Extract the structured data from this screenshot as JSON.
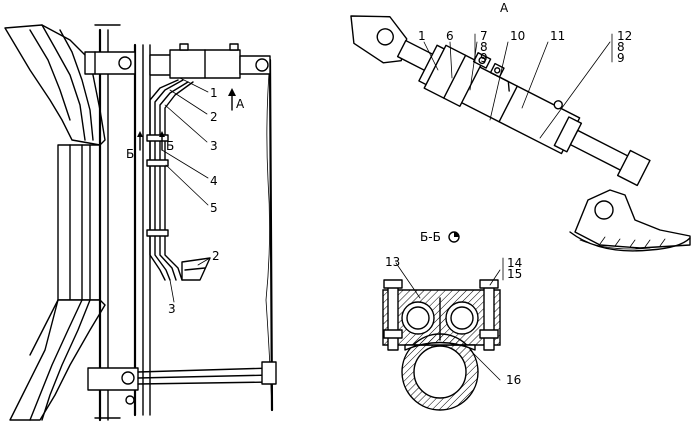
{
  "view_a_title": "А",
  "view_bb_title": "Б-Б",
  "rotation_mark": "rotated-view-icon",
  "left_callouts": [
    {
      "id": "l1",
      "text": "1"
    },
    {
      "id": "l2a",
      "text": "2"
    },
    {
      "id": "l3a",
      "text": "3"
    },
    {
      "id": "l4",
      "text": "4"
    },
    {
      "id": "l5",
      "text": "5"
    },
    {
      "id": "l2b",
      "text": "2"
    },
    {
      "id": "l3b",
      "text": "3"
    }
  ],
  "view_arrows": {
    "a_label": "А",
    "b_label_left": "Б",
    "b_label_right": "Б"
  },
  "view_a_callouts": {
    "c1": "1",
    "c6": "6",
    "c7": "7",
    "c8a": "8",
    "c9a": "9",
    "c10": "10",
    "c11": "11",
    "c12": "12",
    "c8b": "8",
    "c9b": "9"
  },
  "section_callouts": {
    "c13": "13",
    "c14": "14",
    "c15": "15",
    "c16": "16"
  }
}
